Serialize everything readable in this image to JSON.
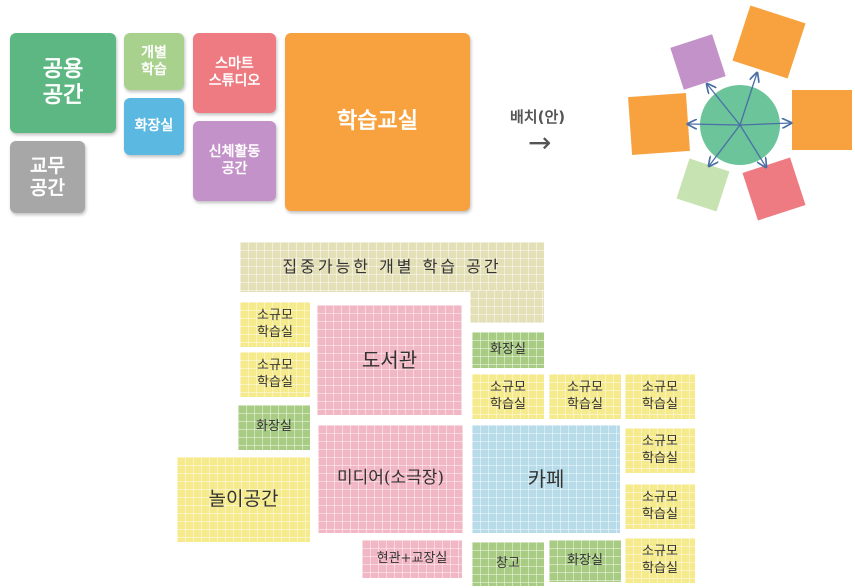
{
  "top": {
    "blocks": {
      "common": {
        "label": "공용\n공간",
        "color": "#5db782"
      },
      "staff": {
        "label": "교무\n공간",
        "color": "#a7a7a7"
      },
      "individual": {
        "label": "개별\n학습",
        "color": "#a9d18e"
      },
      "restroom": {
        "label": "화장실",
        "color": "#5bb8e0"
      },
      "smart": {
        "label": "스마트\n스튜디오",
        "color": "#ee7b82"
      },
      "physical": {
        "label": "신체활동\n공간",
        "color": "#c392c9"
      },
      "classroom": {
        "label": "학습교실",
        "color": "#f8a23f"
      }
    },
    "arrangement_label": "배치(안)",
    "arrow": "→",
    "radial_colors": {
      "center": "#6bc49a",
      "orange": "#f8a23f",
      "purple": "#c392c9",
      "light_green": "#c7e3b2",
      "red": "#ee7b82",
      "arrow": "#4a6fa5"
    }
  },
  "floorplan": {
    "focus_space": "집중가능한 개별 학습 공간",
    "small_room": "소규모\n학습실",
    "library": "도서관",
    "restroom": "화장실",
    "media": "미디어(소극장)",
    "cafe": "카페",
    "play": "놀이공간",
    "entrance": "현관+교장실",
    "storage": "창고"
  }
}
